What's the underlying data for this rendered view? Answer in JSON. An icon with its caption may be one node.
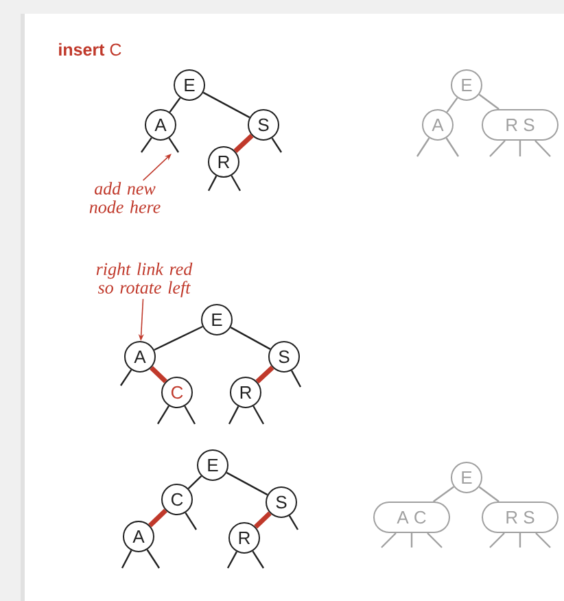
{
  "diagram": {
    "title": "**insert** C",
    "nodes": [
      {
        "text": [
          "E"
        ]
      },
      {
        "text": [
          "A"
        ]
      },
      {
        "text": [
          "S"
        ]
      },
      {
        "text": [
          "R"
        ]
      },
      {
        "text": [
          "add new node here"
        ]
      },
      {
        "text": [
          "E"
        ]
      },
      {
        "text": [
          "A"
        ]
      },
      {
        "text": [
          "R S"
        ]
      },
      {
        "text": [
          "right link red so rotate left"
        ]
      },
      {
        "text": [
          "E"
        ]
      },
      {
        "text": [
          "A"
        ]
      },
      {
        "text": [
          "S"
        ]
      },
      {
        "text": [
          "C"
        ]
      },
      {
        "text": [
          "R"
        ]
      },
      {
        "text": [
          "E"
        ]
      },
      {
        "text": [
          "C"
        ]
      },
      {
        "text": [
          "S"
        ]
      },
      {
        "text": [
          "A"
        ]
      },
      {
        "text": [
          "R"
        ]
      },
      {
        "text": [
          "E"
        ]
      },
      {
        "text": [
          "A C"
        ]
      },
      {
        "text": [
          "R S"
        ]
      }
    ],
    "edges": [
      {
        "from": 0,
        "to": 1,
        "arrow": "none",
        "color": "#222222"
      },
      {
        "from": 0,
        "to": 2,
        "arrow": "none",
        "color": "#222222"
      },
      {
        "from": 2,
        "to": 3,
        "arrow": "none",
        "style": "thick",
        "color": "#c0392b"
      },
      {
        "from": 4,
        "to": null,
        "arrow": "to",
        "color": "#c0392b"
      },
      {
        "from": 5,
        "to": 6,
        "arrow": "none",
        "color": "#a0a0a0"
      },
      {
        "from": 5,
        "to": 7,
        "arrow": "none",
        "color": "#a0a0a0"
      },
      {
        "from": 8,
        "to": 10,
        "arrow": "to",
        "color": "#c0392b"
      },
      {
        "from": 9,
        "to": 10,
        "arrow": "none",
        "color": "#222222"
      },
      {
        "from": 9,
        "to": 11,
        "arrow": "none",
        "color": "#222222"
      },
      {
        "from": 10,
        "to": 12,
        "arrow": "none",
        "style": "thick",
        "color": "#c0392b"
      },
      {
        "from": 11,
        "to": 13,
        "arrow": "none",
        "style": "thick",
        "color": "#c0392b"
      },
      {
        "from": 14,
        "to": 15,
        "arrow": "none",
        "color": "#222222"
      },
      {
        "from": 14,
        "to": 16,
        "arrow": "none",
        "color": "#222222"
      },
      {
        "from": 15,
        "to": 17,
        "arrow": "none",
        "style": "thick",
        "color": "#c0392b"
      },
      {
        "from": 16,
        "to": 18,
        "arrow": "none",
        "style": "thick",
        "color": "#c0392b"
      },
      {
        "from": 19,
        "to": 20,
        "arrow": "none",
        "color": "#a0a0a0"
      },
      {
        "from": 19,
        "to": 21,
        "arrow": "none",
        "color": "#a0a0a0"
      }
    ]
  }
}
